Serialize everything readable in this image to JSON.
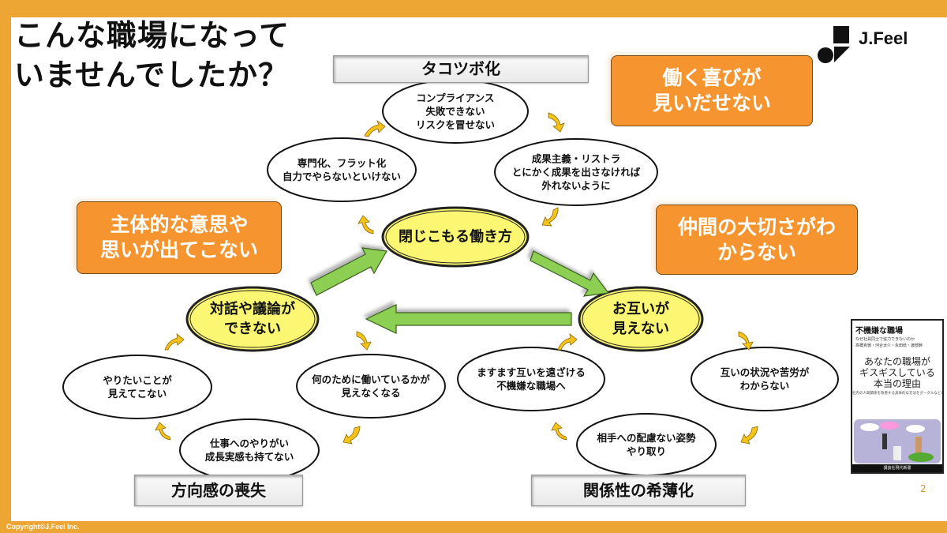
{
  "slide": {
    "title_lines": [
      "こんな職場になって",
      "いませんでしたか？"
    ],
    "logo_text": "J.Feel",
    "page_number": "2",
    "copyright": "Copyright©J.Feel Inc."
  },
  "groups": {
    "top_label": "タコツボ化",
    "bottom_left_label": "方向感の喪失",
    "bottom_right_label": "関係性の希薄化"
  },
  "core_nodes": {
    "top": [
      "閉じこもる働き方"
    ],
    "left": [
      "対話や議論が",
      "できない"
    ],
    "right": [
      "お互いが",
      "見えない"
    ]
  },
  "cycle_nodes": {
    "top_cycle": [
      [
        "コンプライアンス",
        "失敗できない",
        "リスクを冒せない"
      ],
      [
        "成果主義・リストラ",
        "とにかく成果を出さなければ",
        "外れないように"
      ],
      [
        "専門化、フラット化",
        "自力でやらないといけない"
      ]
    ],
    "left_cycle": [
      [
        "何のために働いているかが",
        "見えなくなる"
      ],
      [
        "仕事へのやりがい",
        "成長実感も持てない"
      ],
      [
        "やりたいことが",
        "見えてこない"
      ]
    ],
    "right_cycle": [
      [
        "互いの状況や苦労が",
        "わからない"
      ],
      [
        "相手への配慮ない姿勢",
        "やり取り"
      ],
      [
        "ますます互いを遠ざける",
        "不機嫌な職場へ"
      ]
    ]
  },
  "callouts": {
    "top_right": [
      "働く喜びが",
      "見いだせない"
    ],
    "left": [
      "主体的な意思や",
      "思いが出てこない"
    ],
    "right": [
      "仲間の大切さがわ",
      "からない"
    ]
  },
  "book": {
    "title": "不機嫌な職場",
    "subtitle": "なぜ社員同士で協力できないのか",
    "authors": "高橋克徳・河合太介・永田稔・渡部幹",
    "headline_lines": [
      "あなたの職場が",
      "ギスギスしている",
      "本当の理由"
    ],
    "blurb": "社内の人間関係を改善する具体的な方法をグーグルなどの事例もあげて論じます",
    "publisher": "講談社現代新書"
  },
  "colors": {
    "frame": "#eda533",
    "callout_fill": "#f6952f",
    "core_fill": "#fbf772",
    "arrow_green": "#8ccf52",
    "cycle_arrow": "#f6c21c"
  }
}
